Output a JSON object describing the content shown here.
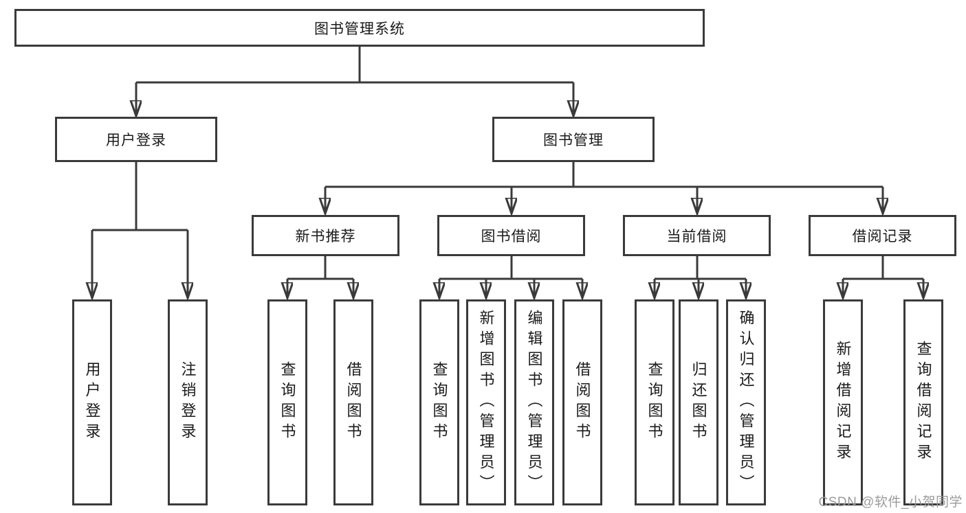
{
  "diagram": {
    "title": "图书管理系统",
    "colors": {
      "line": "#3a3a3a",
      "box_border": "#3a3a3a",
      "box_fill": "#ffffff",
      "text": "#1a1a1a",
      "watermark": "#9b9b9b"
    },
    "nodes": {
      "root": {
        "label": "图书管理系统"
      },
      "level2": [
        {
          "label": "用户登录"
        },
        {
          "label": "图书管理"
        }
      ],
      "level3": [
        {
          "label": "新书推荐",
          "parent": "图书管理"
        },
        {
          "label": "图书借阅",
          "parent": "图书管理"
        },
        {
          "label": "当前借阅",
          "parent": "图书管理"
        },
        {
          "label": "借阅记录",
          "parent": "图书管理"
        }
      ],
      "leaves": [
        {
          "label": "用户登录",
          "parent": "用户登录"
        },
        {
          "label": "注销登录",
          "parent": "用户登录"
        },
        {
          "label": "查询图书",
          "parent": "新书推荐"
        },
        {
          "label": "借阅图书",
          "parent": "新书推荐"
        },
        {
          "label": "查询图书",
          "parent": "图书借阅"
        },
        {
          "label": "新增图书（管理员）",
          "parent": "图书借阅"
        },
        {
          "label": "编辑图书（管理员）",
          "parent": "图书借阅"
        },
        {
          "label": "借阅图书",
          "parent": "图书借阅"
        },
        {
          "label": "查询图书",
          "parent": "当前借阅"
        },
        {
          "label": "归还图书",
          "parent": "当前借阅"
        },
        {
          "label": "确认归还（管理员）",
          "parent": "当前借阅"
        },
        {
          "label": "新增借阅记录",
          "parent": "借阅记录"
        },
        {
          "label": "查询借阅记录",
          "parent": "借阅记录"
        }
      ]
    }
  },
  "watermark": {
    "text": "CSDN @软件_小贺同学"
  }
}
